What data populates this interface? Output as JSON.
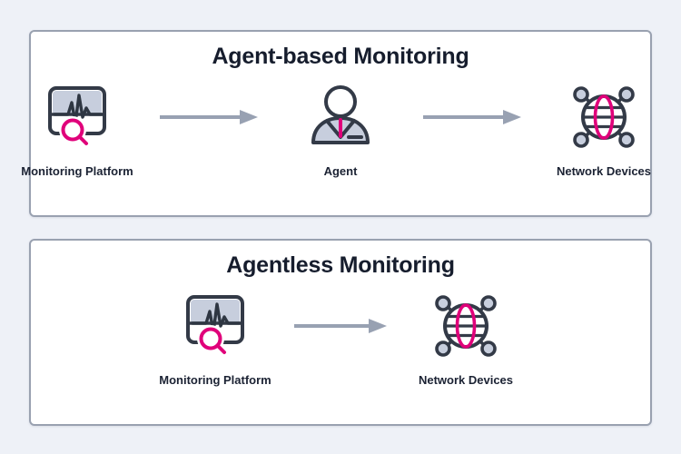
{
  "page": {
    "background_color": "#eef1f7",
    "panel_background": "#ffffff",
    "panel_border_color": "#99a1b0"
  },
  "theme": {
    "dark_stroke": "#333a47",
    "accent_pink": "#e0007a",
    "icon_fill_gray": "#c7cedd",
    "arrow_gray": "#98a1b2",
    "title_color": "#161d2d",
    "label_color": "#1b2233"
  },
  "panels": [
    {
      "id": "agent-based",
      "title": "Agent-based Monitoring",
      "nodes": [
        {
          "icon": "monitoring-platform-icon",
          "label": "Monitoring Platform"
        },
        {
          "icon": "agent-person-icon",
          "label": "Agent"
        },
        {
          "icon": "network-devices-globe-icon",
          "label": "Network Devices"
        }
      ],
      "arrows": [
        {
          "from": "Monitoring Platform",
          "to": "Agent",
          "direction": "right"
        },
        {
          "from": "Agent",
          "to": "Network Devices",
          "direction": "right"
        }
      ]
    },
    {
      "id": "agentless",
      "title": "Agentless Monitoring",
      "nodes": [
        {
          "icon": "monitoring-platform-icon",
          "label": "Monitoring Platform"
        },
        {
          "icon": "network-devices-globe-icon",
          "label": "Network Devices"
        }
      ],
      "arrows": [
        {
          "from": "Monitoring Platform",
          "to": "Network Devices",
          "direction": "right"
        }
      ]
    }
  ]
}
